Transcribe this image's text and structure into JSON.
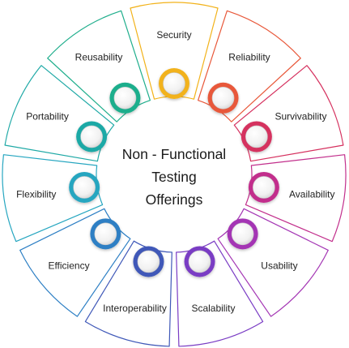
{
  "center": {
    "line1": "Non - Functional",
    "line2": "Testing",
    "line3": "Offerings"
  },
  "segments": [
    {
      "label": "Security",
      "color": "#f2b21a"
    },
    {
      "label": "Reliability",
      "color": "#e8583a"
    },
    {
      "label": "Survivability",
      "color": "#d5305e"
    },
    {
      "label": "Availability",
      "color": "#c22f8c"
    },
    {
      "label": "Usability",
      "color": "#a436b4"
    },
    {
      "label": "Scalability",
      "color": "#7a3cc4"
    },
    {
      "label": "Interoperability",
      "color": "#3f58b8"
    },
    {
      "label": "Efficiency",
      "color": "#2d7fc4"
    },
    {
      "label": "Flexibility",
      "color": "#26a6c0"
    },
    {
      "label": "Portability",
      "color": "#1fa9a6"
    },
    {
      "label": "Reusability",
      "color": "#1fae8c"
    }
  ]
}
